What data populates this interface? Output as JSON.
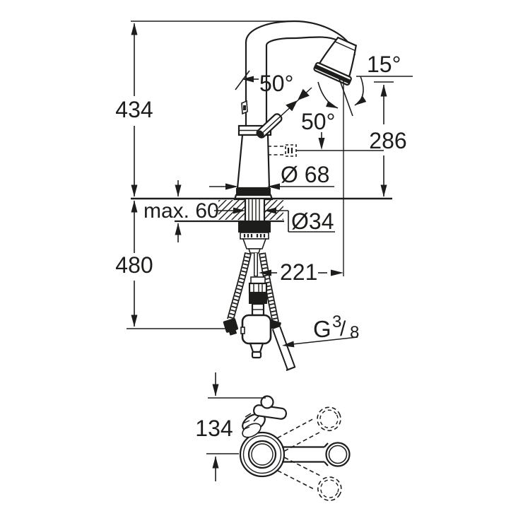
{
  "drawing": {
    "kind": "technical dimension drawing",
    "views": [
      "side view with mounting cross-section",
      "top view with swivel range"
    ]
  },
  "colors": {
    "ink": "#1d1d1b",
    "background": "#ffffff"
  },
  "side_view": {
    "dim_height_overall": "434",
    "dim_hose_length": "480",
    "dim_counter_thickness": "max. 60",
    "dim_base_diameter": "Ø 68",
    "dim_shank_diameter": "Ø34",
    "dim_spout_height": "286",
    "dim_spout_reach": "221",
    "angle_spray_swivel": "15°",
    "angle_handle_upper": "50°",
    "angle_handle_lower": "50°",
    "thread_label": {
      "prefix": "G",
      "numerator": "3",
      "slash": "/",
      "denominator": "8"
    }
  },
  "top_view": {
    "dim_handle_offset": "134"
  }
}
